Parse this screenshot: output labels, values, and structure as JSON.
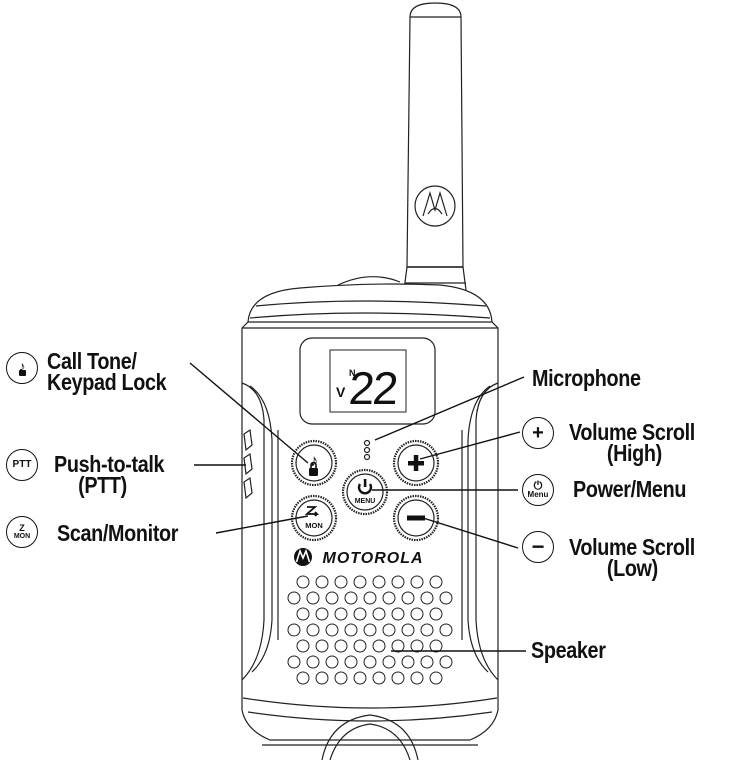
{
  "diagram": {
    "device": {
      "brand": "MOTOROLA",
      "display": {
        "prefix": "V",
        "channel": "22"
      },
      "buttons": {
        "call_tone": {
          "glyph_top": "♪",
          "glyph_bottom": "lock"
        },
        "scan_monitor": {
          "glyph_top": "Z↝",
          "glyph_bottom": "MON"
        },
        "power_menu": {
          "glyph_top": "⏻",
          "glyph_bottom": "MENU"
        },
        "volume_up": {
          "glyph": "+"
        },
        "volume_down": {
          "glyph": "−"
        }
      }
    },
    "callouts": [
      {
        "id": "call-tone",
        "icon": "note-lock-icon",
        "line1": "Call Tone/",
        "line2": "Keypad Lock"
      },
      {
        "id": "ptt",
        "icon": "ptt-icon",
        "icon_text": "PTT",
        "line1": "Push-to-talk",
        "line2": "(PTT)"
      },
      {
        "id": "scan-monitor",
        "icon": "scan-mon-icon",
        "icon_text_top": "Z",
        "icon_text_bottom": "MON",
        "line1": "Scan/Monitor"
      },
      {
        "id": "microphone",
        "line1": "Microphone"
      },
      {
        "id": "volume-high",
        "icon": "plus-icon",
        "icon_text": "+",
        "line1": "Volume Scroll",
        "line2": "(High)"
      },
      {
        "id": "power-menu",
        "icon": "power-menu-icon",
        "icon_text_top": "⏻",
        "icon_text_bottom": "Menu",
        "line1": "Power/Menu"
      },
      {
        "id": "volume-low",
        "icon": "minus-icon",
        "icon_text": "−",
        "line1": "Volume Scroll",
        "line2": "(Low)"
      },
      {
        "id": "speaker",
        "line1": "Speaker"
      }
    ],
    "colors": {
      "ink": "#111111",
      "outline": "#333333",
      "background": "#ffffff"
    }
  }
}
